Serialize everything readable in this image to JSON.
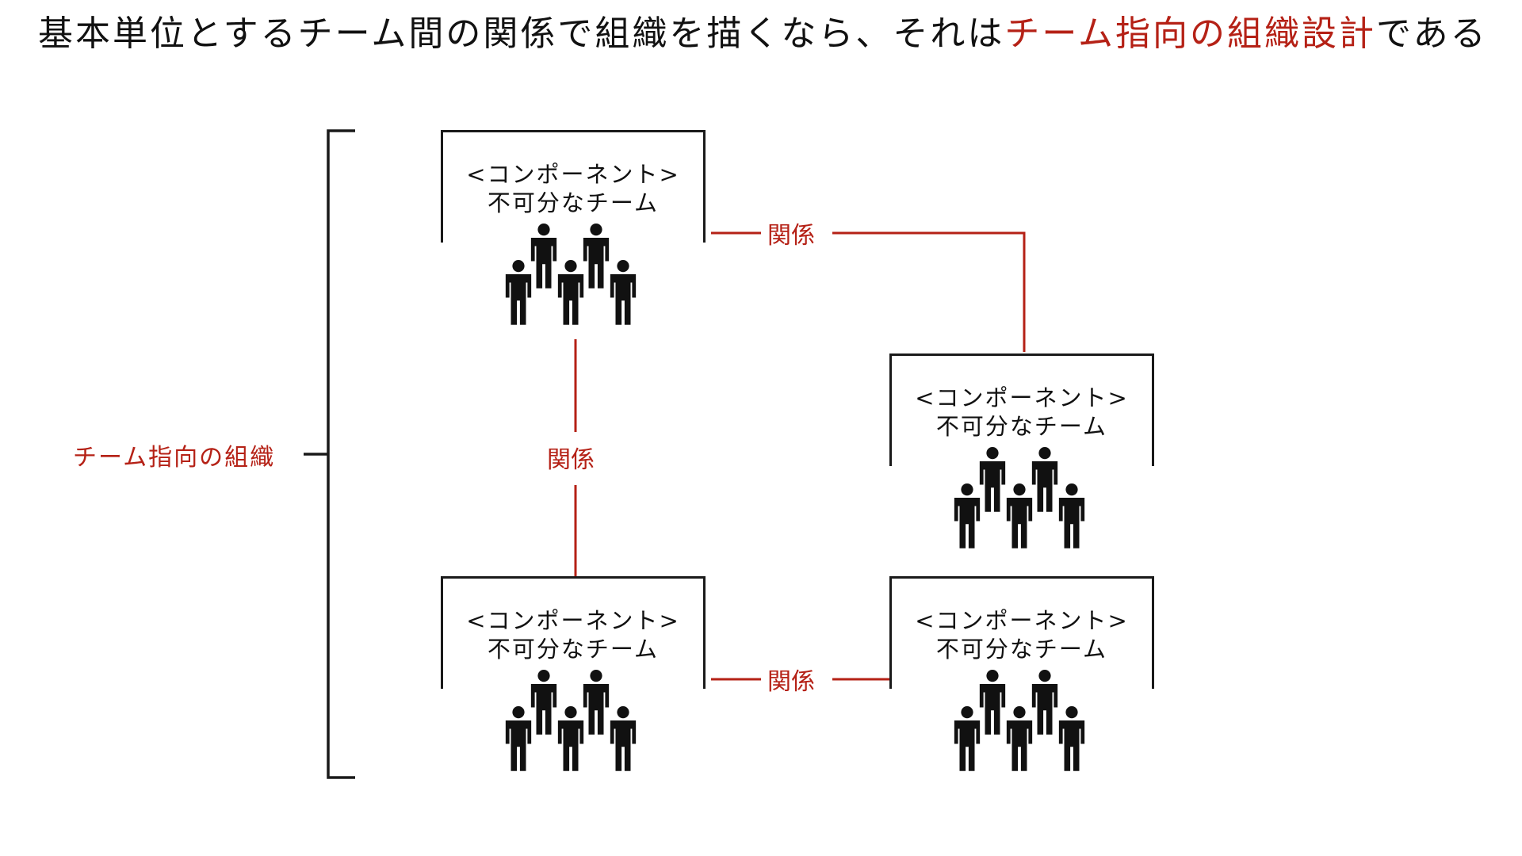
{
  "title": {
    "prefix": "基本単位とするチーム間の関係で組織を描くなら、それは",
    "highlight": "チーム指向の組織設計",
    "suffix": "である"
  },
  "org_label": "チーム指向の組織",
  "teams": [
    {
      "line1": "<コンポーネント>",
      "line2": "不可分なチーム"
    },
    {
      "line1": "<コンポーネント>",
      "line2": "不可分なチーム"
    },
    {
      "line1": "<コンポーネント>",
      "line2": "不可分なチーム"
    },
    {
      "line1": "<コンポーネント>",
      "line2": "不可分なチーム"
    }
  ],
  "relations": [
    {
      "label": "関係"
    },
    {
      "label": "関係"
    },
    {
      "label": "関係"
    }
  ],
  "colors": {
    "accent": "#b52116",
    "ink": "#1a1a1a",
    "background": "#ffffff"
  }
}
